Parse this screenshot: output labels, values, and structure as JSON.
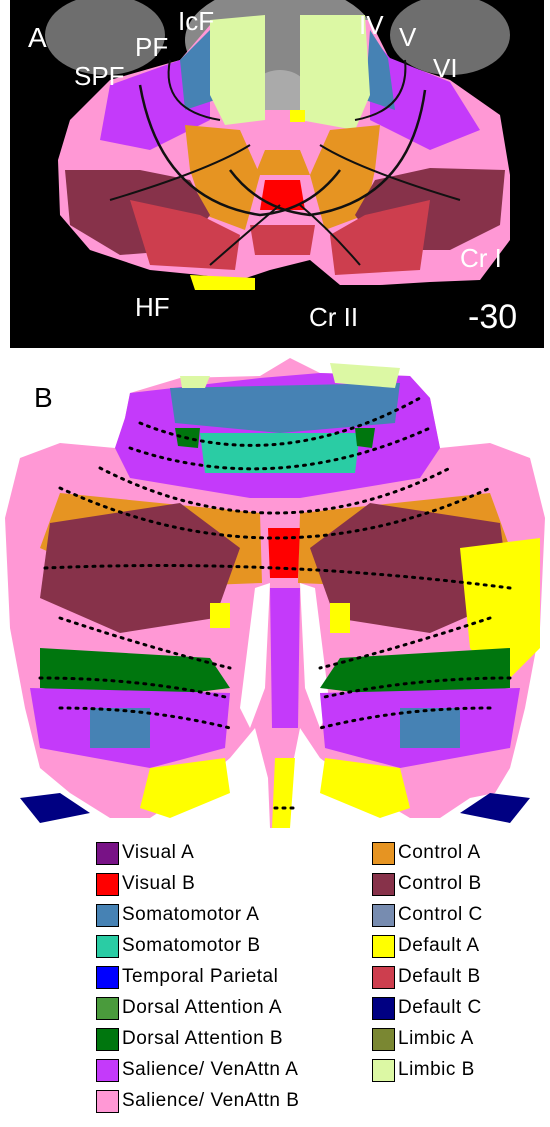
{
  "panel_a": {
    "letter": "A",
    "labels": {
      "icf": "IcF",
      "pf": "PF",
      "spf": "SPF",
      "iv": "IV",
      "v": "V",
      "vi": "VI",
      "cr1": "Cr I",
      "cr2": "Cr II",
      "hf": "HF",
      "slice": "-30"
    }
  },
  "panel_b": {
    "letter": "B"
  },
  "legend": [
    {
      "label": "Visual A",
      "color": "#781286"
    },
    {
      "label": "Visual B",
      "color": "#ff0000"
    },
    {
      "label": "Somatomotor A",
      "color": "#4682b4"
    },
    {
      "label": "Somatomotor B",
      "color": "#2acca4"
    },
    {
      "label": "Temporal Parietal",
      "color": "#0000ff"
    },
    {
      "label": "Dorsal Attention A",
      "color": "#4a9b3c"
    },
    {
      "label": "Dorsal Attention B",
      "color": "#00760e"
    },
    {
      "label": "Salience/ VenAttn A",
      "color": "#c43afa"
    },
    {
      "label": "Salience/ VenAttn B",
      "color": "#ff98d5"
    },
    {
      "label": "Control A",
      "color": "#e69422"
    },
    {
      "label": "Control B",
      "color": "#87324a"
    },
    {
      "label": "Control C",
      "color": "#778cb0"
    },
    {
      "label": "Default A",
      "color": "#ffff00"
    },
    {
      "label": "Default B",
      "color": "#cd3e4e"
    },
    {
      "label": "Default C",
      "color": "#000082"
    },
    {
      "label": "Limbic A",
      "color": "#7a8732"
    },
    {
      "label": "Limbic B",
      "color": "#dcf8a4"
    }
  ]
}
